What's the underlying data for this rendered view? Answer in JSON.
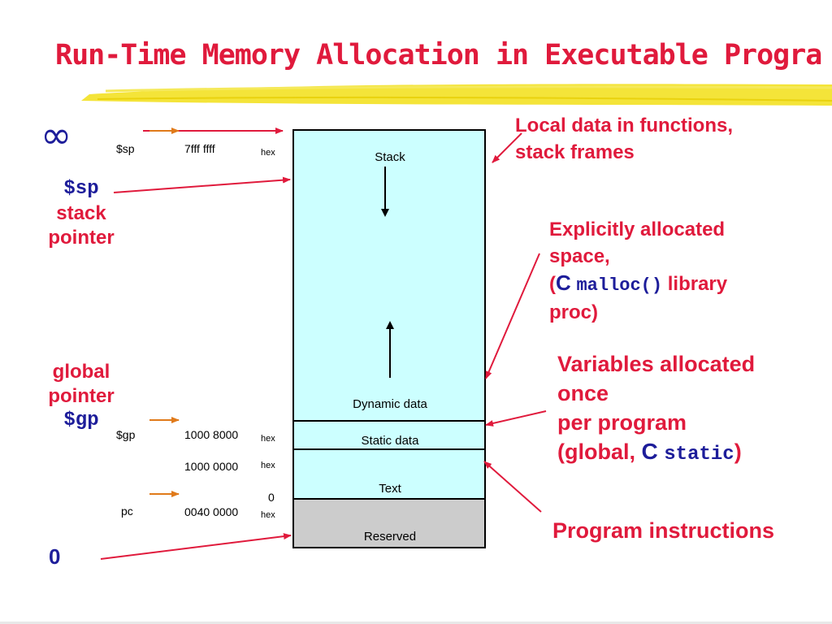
{
  "title": "Run-Time Memory Allocation in Executable Progra",
  "colors": {
    "title": "#e01a3c",
    "accent": "#e01a3c",
    "blue": "#1d1d9a",
    "memory_fill": "#ccffff",
    "reserved_fill": "#cccccc",
    "highlighter": "#f2df16",
    "pointer_arrow": "#e07a1a"
  },
  "left": {
    "infinity": "∞",
    "sp_reg": "$sp",
    "sp_desc_1": "stack",
    "sp_desc_2": "pointer",
    "gp_desc_1": "global",
    "gp_desc_2": "pointer",
    "gp_reg": "$gp",
    "zero": "0"
  },
  "addresses": {
    "sp_label": "$sp",
    "sp_value": "7fff ffff",
    "sp_hex": "hex",
    "gp_label": "$gp",
    "gp_value": "1000 8000",
    "gp_hex": "hex",
    "static_value": "1000 0000",
    "static_hex": "hex",
    "pc_zero": "0",
    "pc_label": "pc",
    "pc_value": "0040 0000",
    "pc_hex": "hex"
  },
  "segments": {
    "stack": "Stack",
    "dynamic": "Dynamic data",
    "static": "Static data",
    "text": "Text",
    "reserved": "Reserved"
  },
  "annotations": {
    "stack_1": "Local data in functions,",
    "stack_2": "stack frames",
    "heap_1": "Explicitly allocated",
    "heap_2": "space,",
    "heap_3_open": "(",
    "heap_3_c": "C",
    "heap_3_code": "malloc()",
    "heap_3_rest": "library",
    "heap_4": "proc)",
    "static_1": "Variables allocated",
    "static_2": "once",
    "static_3": "per program",
    "static_4_open": "(global,",
    "static_4_c": "C",
    "static_4_code": "static",
    "static_4_close": ")",
    "text_ann": "Program instructions"
  }
}
